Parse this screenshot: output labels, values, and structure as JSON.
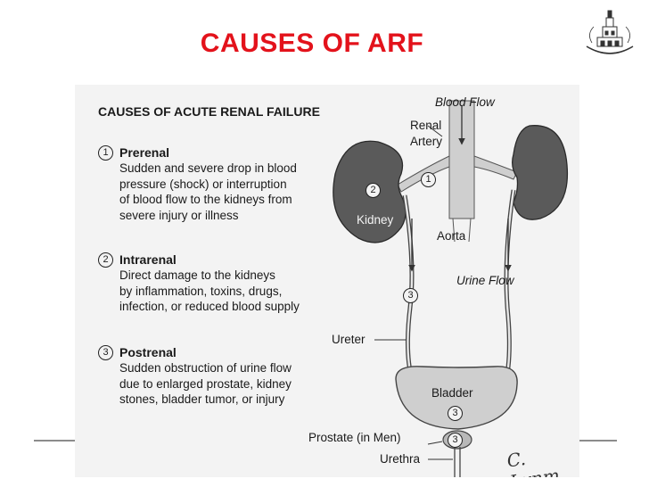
{
  "slide": {
    "title": "CAUSES OF ARF"
  },
  "figure": {
    "heading": "CAUSES OF ACUTE RENAL FAILURE",
    "causes": [
      {
        "number": "1",
        "title": "Prerenal",
        "lines": [
          "Sudden and severe drop in blood",
          "pressure (shock) or interruption",
          "of blood flow to the kidneys from",
          "severe injury or illness"
        ]
      },
      {
        "number": "2",
        "title": "Intrarenal",
        "lines": [
          "Direct damage to the kidneys",
          "by inflammation, toxins, drugs,",
          "infection, or reduced blood supply"
        ]
      },
      {
        "number": "3",
        "title": "Postrenal",
        "lines": [
          "Sudden obstruction of urine flow",
          "due to enlarged prostate, kidney",
          "stones, bladder tumor, or injury"
        ]
      }
    ],
    "labels": {
      "blood_flow": "Blood Flow",
      "renal": "Renal",
      "artery": "Artery",
      "kidney": "Kidney",
      "aorta": "Aorta",
      "urine_flow": "Urine Flow",
      "ureter": "Ureter",
      "bladder": "Bladder",
      "prostate": "Prostate (in Men)",
      "urethra": "Urethra"
    },
    "markers": {
      "artery": "1",
      "kidney": "2",
      "ureter": "3",
      "bladder": "3",
      "prostate": "3"
    },
    "signature": "C. Lynm"
  }
}
